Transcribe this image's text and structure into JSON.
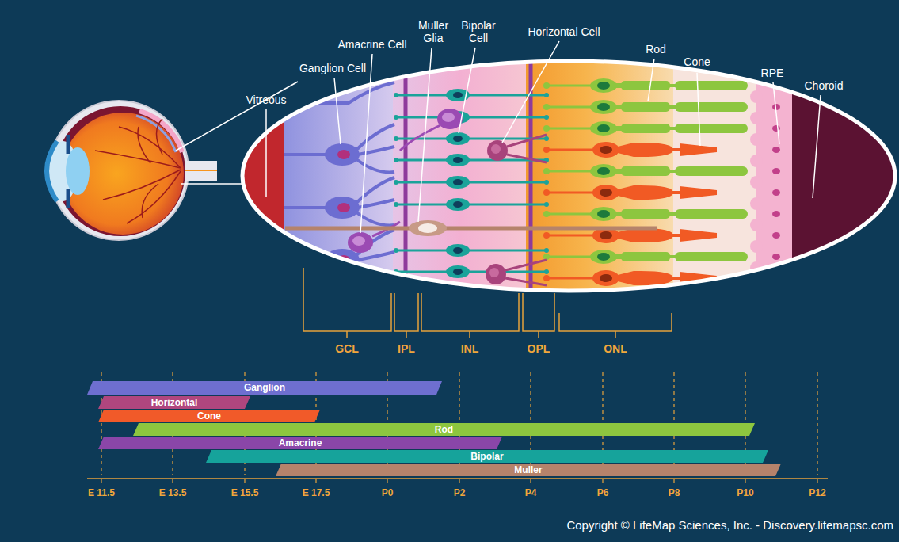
{
  "diagram": {
    "nodes": [
      {
        "text": [
          "Ganglion"
        ]
      },
      {
        "text": [
          "Horizontal"
        ]
      },
      {
        "text": [
          "Cone"
        ]
      },
      {
        "text": [
          "Rod"
        ]
      },
      {
        "text": [
          "Amacrine"
        ]
      },
      {
        "text": [
          "Bipolar"
        ]
      },
      {
        "text": [
          "Muller"
        ]
      }
    ],
    "labels": [
      "Vitreous",
      "Ganglion Cell",
      "Amacrine Cell",
      "Muller Glia",
      "Bipolar Cell",
      "Horizontal Cell",
      "Rod",
      "Cone",
      "RPE",
      "Choroid",
      "GCL",
      "IPL",
      "INL",
      "OPL",
      "ONL",
      "E 11.5",
      "E 13.5",
      "E 15.5",
      "E 17.5",
      "P0",
      "P2",
      "P4",
      "P6",
      "P8",
      "P10",
      "P12",
      "Copyright © LifeMap Sciences, Inc. - Discovery.lifemapsc.com"
    ]
  }
}
